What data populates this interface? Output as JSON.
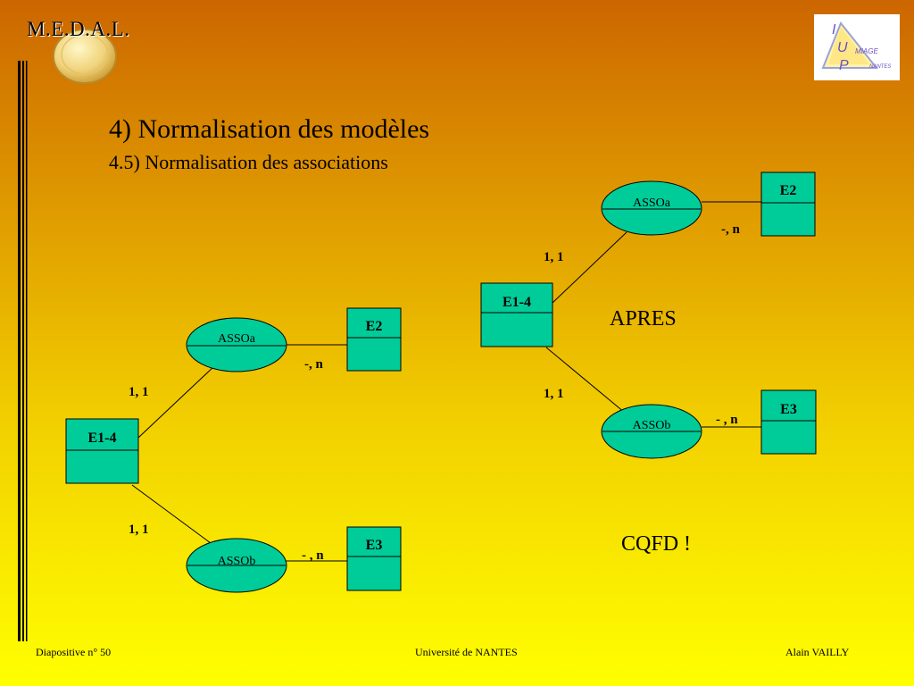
{
  "header": {
    "brand": "M.E.D.A.L.",
    "logo_text": [
      "I",
      "U",
      "P",
      "MIAGE",
      "NANTES"
    ]
  },
  "slide": {
    "title": "4) Normalisation des modèles",
    "subtitle": "4.5) Normalisation des associations",
    "apres": "APRES",
    "cqfd": "CQFD !"
  },
  "diagram_left": {
    "entities": [
      "E1-4",
      "E2",
      "E3"
    ],
    "associations": [
      "ASSOa",
      "ASSOb"
    ],
    "cardinalities": [
      "1, 1",
      "1, 1",
      "-, n",
      "- , n"
    ]
  },
  "diagram_right": {
    "entities": [
      "E1-4",
      "E2",
      "E3"
    ],
    "associations": [
      "ASSOa",
      "ASSOb"
    ],
    "cardinalities": [
      "1, 1",
      "1, 1",
      "-, n",
      "- , n"
    ]
  },
  "colors": {
    "entity_fill": "#00cc99",
    "line": "#000000"
  },
  "footer": {
    "left": "Diapositive n° 50",
    "center": "Université de NANTES",
    "right": "Alain VAILLY"
  }
}
